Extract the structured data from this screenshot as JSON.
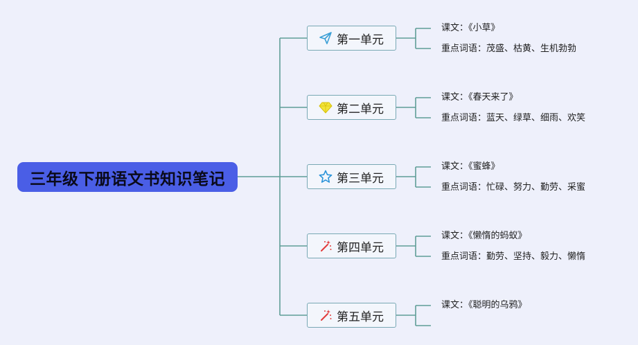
{
  "root": {
    "title": "三年级下册语文书知识笔记"
  },
  "units": [
    {
      "name": "第一单元",
      "icon": "paper-plane-icon",
      "icon_color": "#3b9fd6",
      "leaves": [
        "课文：《小草》",
        "重点词语：茂盛、枯黄、生机勃勃"
      ]
    },
    {
      "name": "第二单元",
      "icon": "diamond-icon",
      "icon_color": "#e8d20f",
      "leaves": [
        "课文：《春天来了》",
        "重点词语：蓝天、绿草、细雨、欢笑"
      ]
    },
    {
      "name": "第三单元",
      "icon": "star-icon",
      "icon_color": "#2a93d9",
      "leaves": [
        "课文：《蜜蜂》",
        "重点词语：忙碌、努力、勤劳、采蜜"
      ]
    },
    {
      "name": "第四单元",
      "icon": "magic-wand-icon",
      "icon_color": "#e23b3b",
      "leaves": [
        "课文：《懒惰的蚂蚁》",
        "重点词语：勤劳、坚持、毅力、懒惰"
      ]
    },
    {
      "name": "第五单元",
      "icon": "magic-wand-icon",
      "icon_color": "#e23b3b",
      "leaves": [
        "课文：《聪明的乌鸦》",
        ""
      ]
    }
  ],
  "colors": {
    "connector": "#5f9d97",
    "root_bg": "#4a5ee6",
    "unit_border": "#78a8b4",
    "background": "#eef0fb"
  }
}
